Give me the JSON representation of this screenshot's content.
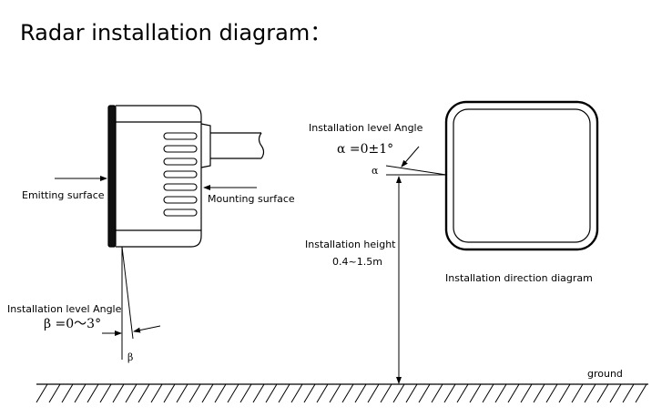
{
  "title": "Radar installation diagram：",
  "side_view": {
    "emitting_label": "Emitting surface",
    "mounting_label": "Mounting surface",
    "angle_title": "Installation level Angle",
    "angle_value": "β =0～3°",
    "beta_symbol": "β"
  },
  "direction_view": {
    "angle_title": "Installation level Angle",
    "angle_value": "α =0±1°",
    "alpha_symbol": "α",
    "height_label": "Installation height",
    "height_value": "0.4~1.5m",
    "caption": "Installation direction diagram"
  },
  "ground_label": "ground"
}
